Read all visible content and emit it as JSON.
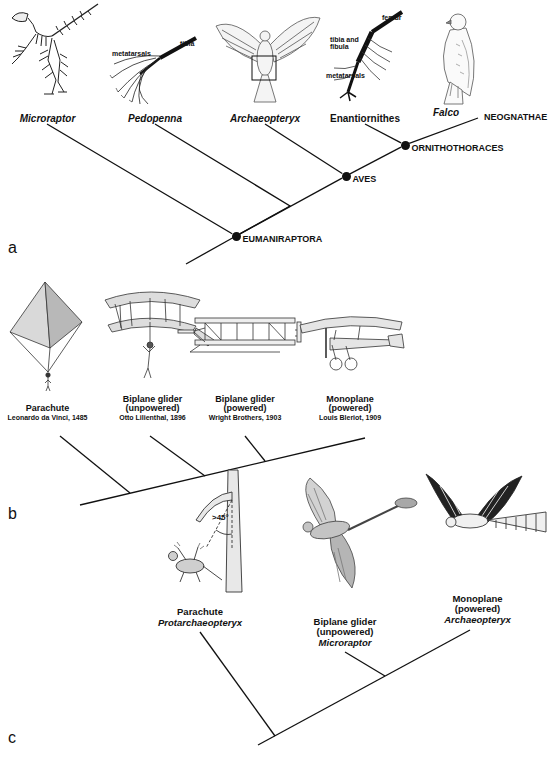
{
  "diagram": {
    "nodes": [
      {
        "text": [
          "Microraptor"
        ]
      },
      {
        "text": [
          "Pedopenna"
        ]
      },
      {
        "text": [
          "Archaeopteryx"
        ]
      },
      {
        "text": [
          "Enantiornithes"
        ]
      },
      {
        "text": [
          "Falco"
        ]
      },
      {
        "text": [
          "EUMANIRAPTORA"
        ]
      },
      {
        "text": [
          "AVES"
        ]
      },
      {
        "text": [
          "ORNITHOTHORACES"
        ]
      },
      {
        "text": [
          "Parachute",
          "Leonardo da Vinci, 1485"
        ]
      },
      {
        "text": [
          "Biplane glider (unpowered)",
          "Otto Lilienthal, 1896"
        ]
      },
      {
        "text": [
          "Biplane glider (powered)",
          "Wright Brothers, 1903"
        ]
      },
      {
        "text": [
          "Monoplane (powered)",
          "Louis Bleriot, 1909"
        ]
      },
      {
        "text": [
          "Parachute",
          "Protarchaeopteryx"
        ]
      },
      {
        "text": [
          "Biplane glider (unpowered)",
          "Microraptor"
        ]
      },
      {
        "text": [
          "Monoplane (powered)",
          "Archaeopteryx"
        ]
      }
    ],
    "edges": [
      {
        "from": 5,
        "to": 0,
        "arrow": "none"
      },
      {
        "from": 5,
        "to": 1,
        "arrow": "none"
      },
      {
        "from": 5,
        "to": 6,
        "arrow": "none"
      },
      {
        "from": 6,
        "to": 2,
        "arrow": "none"
      },
      {
        "from": 6,
        "to": 7,
        "arrow": "none"
      },
      {
        "from": 7,
        "to": 3,
        "arrow": "none"
      },
      {
        "from": 7,
        "to": 4,
        "arrow": "none"
      }
    ],
    "labels": [
      "metatarsals",
      "tibia",
      "femur",
      "tibia and fibula",
      "metatarsals",
      "NEOGNATHAE",
      "a",
      ">45°",
      "b",
      "c"
    ]
  }
}
